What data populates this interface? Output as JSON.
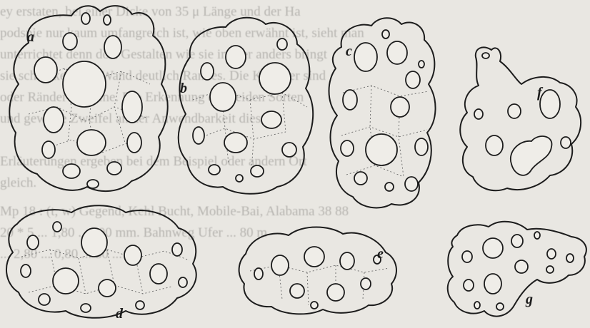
{
  "figure": {
    "labels": [
      "a",
      "b",
      "c",
      "d",
      "e",
      "f",
      "g"
    ],
    "bleed_through_text": [
      "ey erstaten, bei einer Dicke von 35 μ Länge und der Ha",
      "podspie nur kaum umfangreich ist, wie oben erwähnt ist, sieht man",
      "unterrichtet denn dort Gestalten wie sie immer anders bringt",
      "sie schlanken, mit Wand deutlich Randes. Die Kammer sind",
      "oder Ränder einzelne. Die Erkennung der beiden Sorten",
      "und gewisse Zweifel an der Anwendbarkeit dieser",
      "Erläuterungen ergeben bei dem Beispiel oder andern Ort",
      "gleich.",
      "Mp 18 : (t, w) Gegend, Kehl Bucht, Mobile-Bai, Alabama 38 88",
      "20 * 5 ... 1,80 ... 100 mm. Bahnweg Ufer ... 80 m",
      "... 2,80 ... 0,80 ... 80 ..."
    ]
  }
}
